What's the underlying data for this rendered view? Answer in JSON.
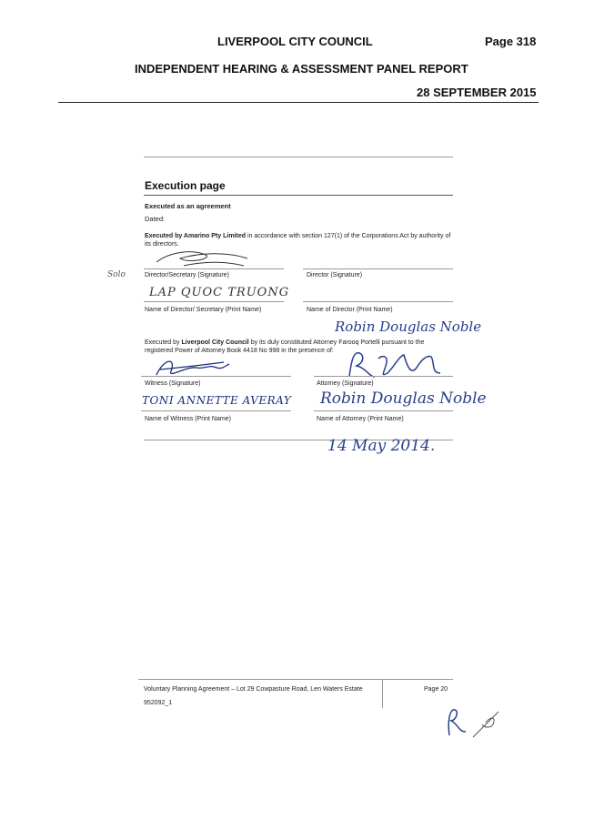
{
  "header": {
    "council": "LIVERPOOL CITY COUNCIL",
    "page": "Page 318",
    "report": "INDEPENDENT HEARING & ASSESSMENT PANEL REPORT",
    "date": "28 SEPTEMBER 2015"
  },
  "doc": {
    "title": "Execution page",
    "subtitle": "Executed as an agreement",
    "dated": "Dated:",
    "amarino_bold": "Executed by Amarino Pty Limited",
    "amarino_text": " in accordance with section 127(1) of the Corporations Act by authority of its directors.",
    "director_secretary_sig": "Director/Secretary (Signature)",
    "director_sig": "Director (Signature)",
    "director_secretary_name_label": "Name of Director/ Secretary (Print Name)",
    "director_name_label": "Name of Director (Print Name)",
    "council_pre": "Executed by ",
    "council_bold": "Liverpool City Council",
    "council_text": " by its duly constituted Attorney Farooq Portelli pursuant to the registered Power of Attorney Book 4418 No 998 in the presence of:",
    "witness_sig": "Witness (Signature)",
    "attorney_sig": "Attorney (Signature)",
    "witness_name_label": "Name of Witness (Print Name)",
    "attorney_name_label": "Name of Attorney (Print Name)",
    "footer_title": "Voluntary Planning Agreement – Lot 29 Cowpasture Road, Len Waters Estate",
    "footer_ref": "952092_1",
    "footer_page": "Page 20"
  },
  "handwriting": {
    "margin_note": "Solo",
    "director_name": "LAP QUOC TRUONG",
    "attorney_name_top": "Robin Douglas Noble",
    "witness_name": "TONI ANNETTE AVERAY",
    "attorney_name": "Robin Douglas Noble",
    "date": "14 May 2014."
  }
}
